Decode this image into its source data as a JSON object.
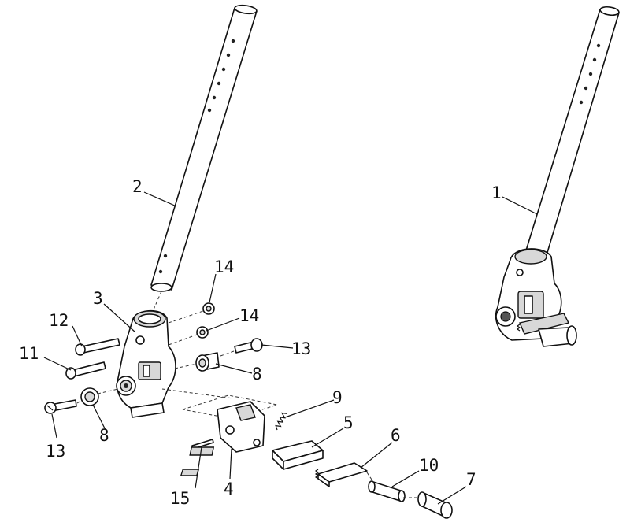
{
  "diagram": {
    "assembled_view_label": "1",
    "callouts": [
      {
        "id": "c1",
        "text": "1"
      },
      {
        "id": "c2",
        "text": "2"
      },
      {
        "id": "c3",
        "text": "3"
      },
      {
        "id": "c4",
        "text": "4"
      },
      {
        "id": "c5",
        "text": "5"
      },
      {
        "id": "c6",
        "text": "6"
      },
      {
        "id": "c7",
        "text": "7"
      },
      {
        "id": "c8a",
        "text": "8"
      },
      {
        "id": "c8b",
        "text": "8"
      },
      {
        "id": "c9",
        "text": "9"
      },
      {
        "id": "c10",
        "text": "10"
      },
      {
        "id": "c11",
        "text": "11"
      },
      {
        "id": "c12",
        "text": "12"
      },
      {
        "id": "c13a",
        "text": "13"
      },
      {
        "id": "c13b",
        "text": "13"
      },
      {
        "id": "c14a",
        "text": "14"
      },
      {
        "id": "c14b",
        "text": "14"
      },
      {
        "id": "c15",
        "text": "15"
      }
    ]
  }
}
